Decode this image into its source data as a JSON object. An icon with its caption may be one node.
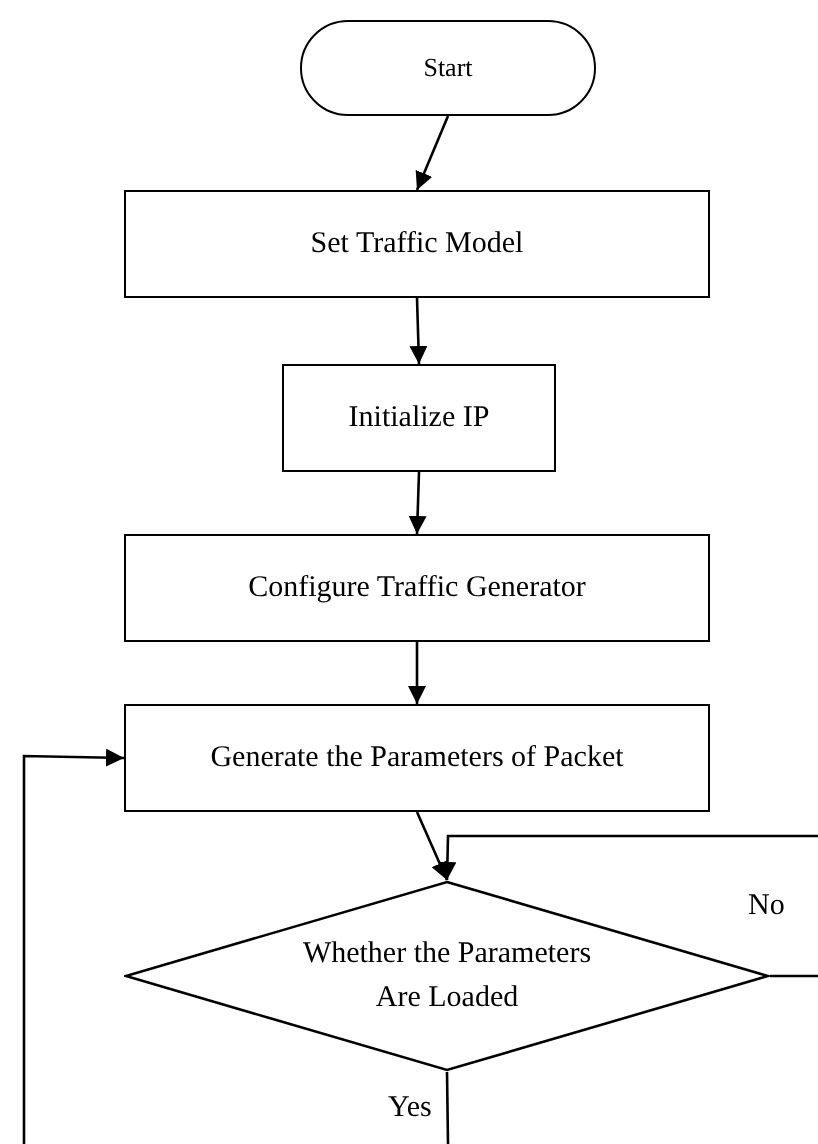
{
  "diagram": {
    "nodes": [
      {
        "text": [
          "Start"
        ]
      },
      {
        "text": [
          "Set Traffic Model"
        ]
      },
      {
        "text": [
          "Initialize IP"
        ]
      },
      {
        "text": [
          "Configure Traffic Generator"
        ]
      },
      {
        "text": [
          "Generate the Parameters of Packet"
        ]
      },
      {
        "text": [
          "Whether the Parameters Are Loaded"
        ]
      }
    ],
    "edges": [
      {
        "from": 0,
        "to": 1,
        "arrow": "to"
      },
      {
        "from": 1,
        "to": 2,
        "arrow": "to"
      },
      {
        "from": 2,
        "to": 3,
        "arrow": "to"
      },
      {
        "from": 3,
        "to": 4,
        "arrow": "to"
      },
      {
        "from": 4,
        "to": 5,
        "arrow": "to"
      },
      {
        "from": 5,
        "to": null,
        "label": "No",
        "arrow": "none"
      },
      {
        "from": null,
        "to": 5,
        "arrow": "to"
      },
      {
        "from": 5,
        "to": null,
        "label": "Yes",
        "arrow": "none"
      },
      {
        "from": null,
        "to": 4,
        "arrow": "to"
      }
    ]
  }
}
